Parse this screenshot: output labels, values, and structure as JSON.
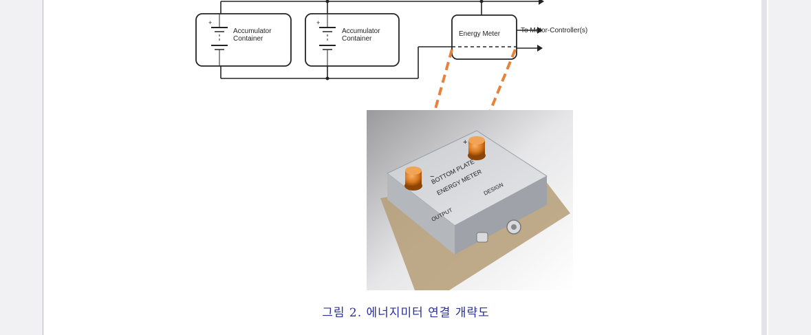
{
  "diagram": {
    "container1_label_line1": "Accumulator",
    "container1_label_line2": "Container",
    "container2_label_line1": "Accumulator",
    "container2_label_line2": "Container",
    "meter_label": "Energy Meter",
    "output_label": "To Motor-Controller(s)",
    "plus_sign": "+",
    "colors": {
      "line": "#222222",
      "arrow": "#e8823a"
    }
  },
  "photo": {
    "device_text_1": "ENERGY METER",
    "device_text_2": "BOTTOM PLATE",
    "device_text_3": "OUTPUT",
    "device_text_4": "DESIGN",
    "terminal_plus": "+",
    "terminal_minus": "−",
    "colors": {
      "terminal": "#d9771c",
      "body": "#cfd2d6",
      "base": "#b59c75"
    }
  },
  "caption": {
    "text": "그림 2. 에너지미터 연결 개략도",
    "color": "#2a2f96"
  }
}
